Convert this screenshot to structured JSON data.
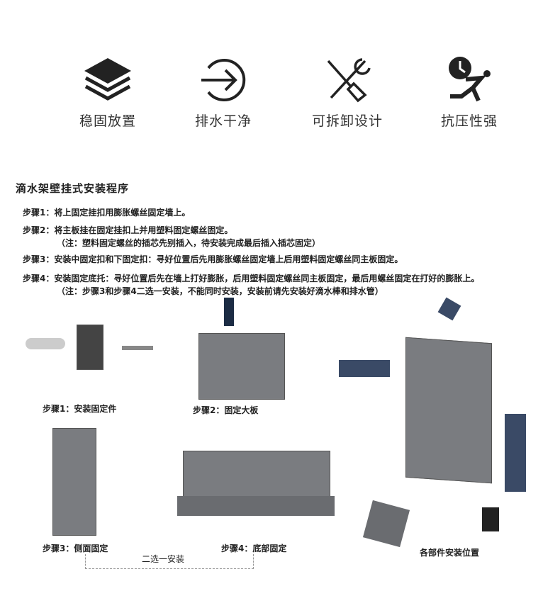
{
  "features": [
    {
      "icon": "layers-icon",
      "label": "稳固放置"
    },
    {
      "icon": "drain-arrow-icon",
      "label": "排水干净"
    },
    {
      "icon": "tools-icon",
      "label": "可拆卸设计"
    },
    {
      "icon": "pressure-icon",
      "label": "抗压性强"
    }
  ],
  "title": "滴水架壁挂式安装程序",
  "steps": [
    "步骤1：将上固定挂扣用膨胀螺丝固定墙上。",
    "步骤2：将主板挂在固定挂扣上并用塑料固定螺丝固定。",
    "（注：塑料固定螺丝的插芯先别插入，待安装完成最后插入插芯固定）",
    "步骤3：安装中固定扣和下固定扣：寻好位置后先用膨胀螺丝固定墙上后用塑料固定螺丝同主板固定。",
    "步骤4：安装固定底托：寻好位置后先在墙上打好膨胀，后用塑料固定螺丝同主板固定，最后用螺丝固定在打好的膨胀上。",
    "（注：步骤3和步骤4二选一安装，不能同时安装，安装前请先安装好滴水棒和排水管）"
  ],
  "captions": {
    "step1": "步骤1：安装固定件",
    "step2": "步骤2：固定大板",
    "step3": "步骤3：侧面固定",
    "step4": "步骤4：底部固定",
    "parts": "各部件安装位置",
    "either": "二选一安装"
  }
}
